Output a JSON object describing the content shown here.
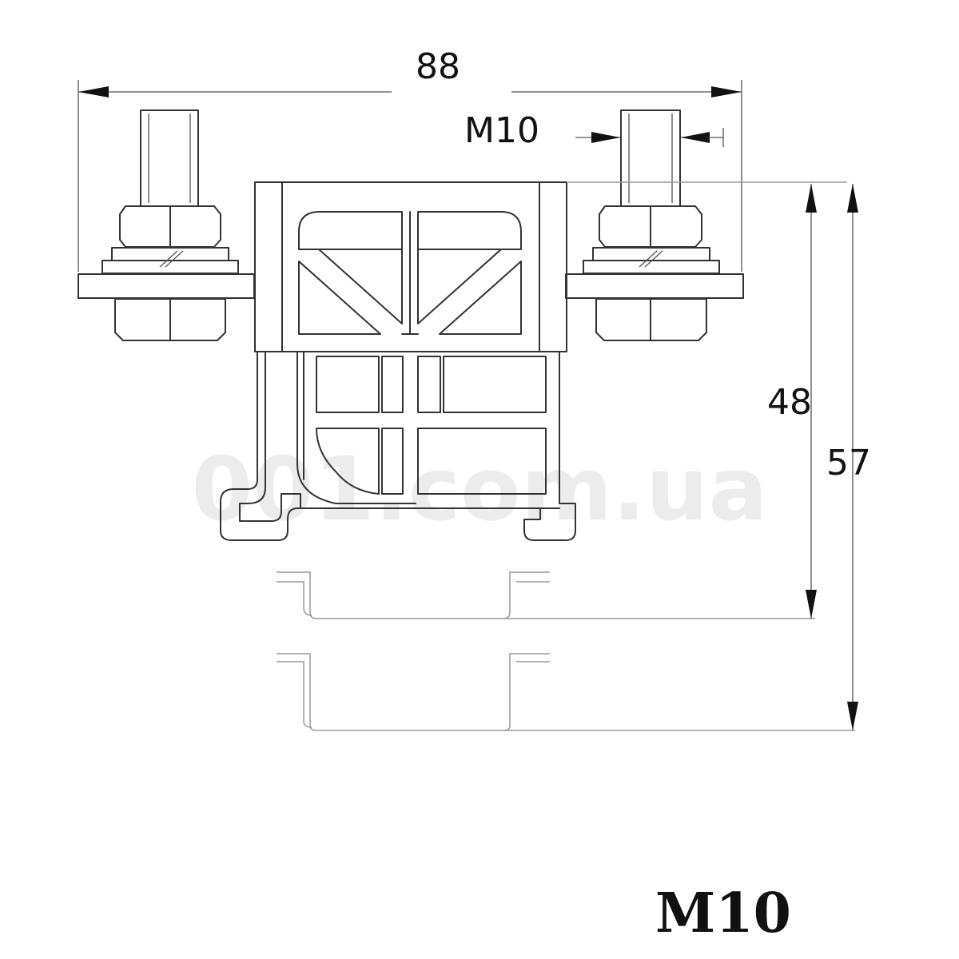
{
  "drawing": {
    "width_label": "88",
    "thread_label": "M10",
    "height_label_inner": "48",
    "height_label_outer": "57",
    "model_label": "M10",
    "watermark": "001.com.ua"
  }
}
